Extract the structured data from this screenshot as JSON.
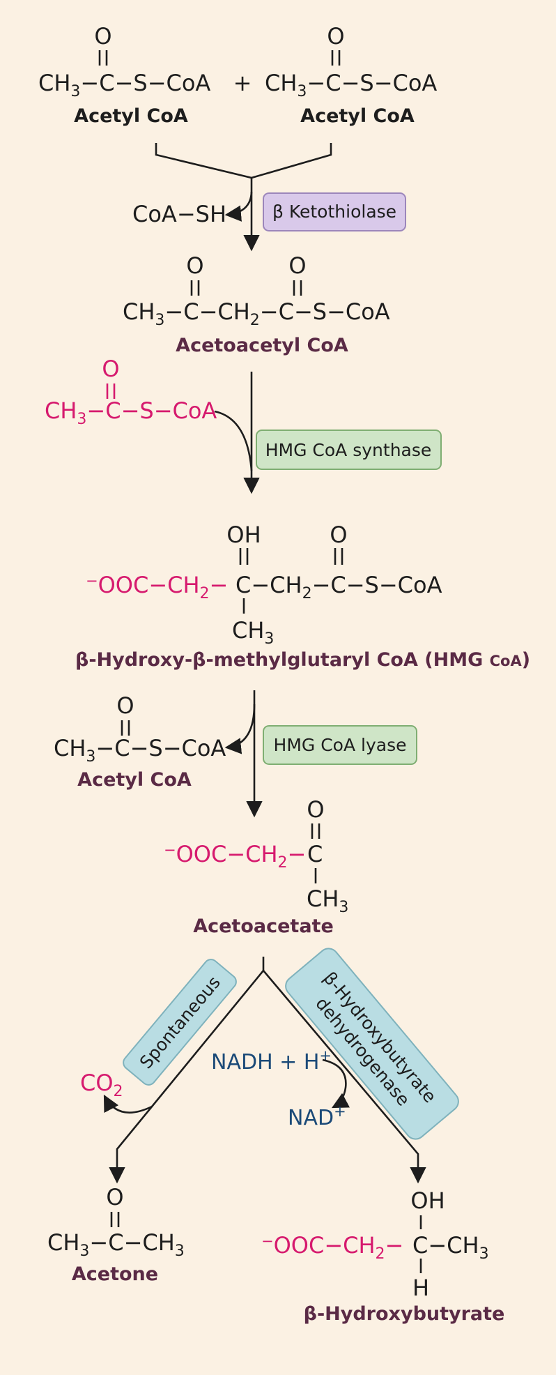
{
  "molecules": {
    "acetyl_coa_1": {
      "name": "Acetyl CoA"
    },
    "acetyl_coa_2": {
      "name": "Acetyl CoA"
    },
    "plus": "+",
    "coa_sh": "CoA−SH",
    "acetoacetyl_coa": {
      "name": "Acetoacetyl CoA"
    },
    "hmg_coa": {
      "name": "β-Hydroxy-β-methylglutaryl CoA (HMG ",
      "name_small": "CoA",
      "name_end": ")"
    },
    "acetyl_coa_3": {
      "name": "Acetyl CoA"
    },
    "acetoacetate": {
      "name": "Acetoacetate"
    },
    "co2": {
      "text": "CO",
      "sub": "2"
    },
    "nadh": {
      "text": "NADH + H",
      "sup": "+"
    },
    "nad": {
      "text": "NAD",
      "sup": "+"
    },
    "acetone": {
      "name": "Acetone"
    },
    "hydroxybutyrate": {
      "name": "β-Hydroxybutyrate"
    }
  },
  "enzymes": {
    "ketothiolase": "β Ketothiolase",
    "hmg_synthase": "HMG CoA synthase",
    "hmg_lyase": "HMG CoA lyase",
    "spontaneous": "Spontaneous",
    "bhb_dehydrogenase_line1": "β-Hydroxybutyrate",
    "bhb_dehydrogenase_line2": "dehydrogenase"
  },
  "colors": {
    "background": "#fbf1e3",
    "reactant_pink": "#d61a6e",
    "label_purple": "#5a2a45",
    "cofactor_blue": "#1b4a78",
    "enzyme_purple_box": "#d9c9ea",
    "enzyme_green_box": "#cfe5c7",
    "enzyme_blue_box": "#b9dde3"
  }
}
